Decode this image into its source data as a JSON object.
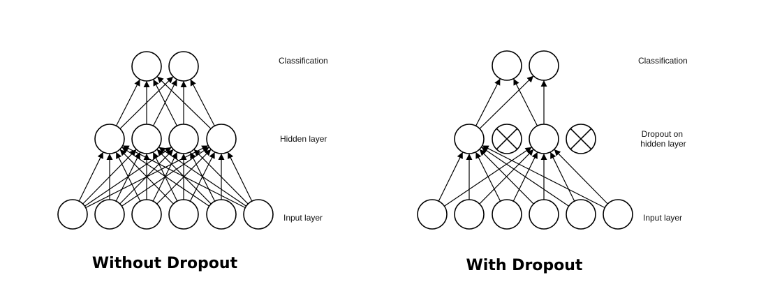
{
  "panels": [
    {
      "key": "left",
      "caption": "Without Dropout",
      "labels": {
        "output": [
          "Classification"
        ],
        "hidden": [
          "Hidden layer"
        ],
        "input": [
          "Input layer"
        ]
      },
      "layers": {
        "output": 2,
        "hidden": 4,
        "input": 6
      },
      "dropped_hidden": [],
      "input_to_hidden": [
        [
          0,
          0
        ],
        [
          0,
          1
        ],
        [
          0,
          2
        ],
        [
          0,
          3
        ],
        [
          1,
          0
        ],
        [
          1,
          1
        ],
        [
          1,
          2
        ],
        [
          1,
          3
        ],
        [
          2,
          0
        ],
        [
          2,
          1
        ],
        [
          2,
          2
        ],
        [
          2,
          3
        ],
        [
          3,
          0
        ],
        [
          3,
          1
        ],
        [
          3,
          2
        ],
        [
          3,
          3
        ],
        [
          4,
          0
        ],
        [
          4,
          1
        ],
        [
          4,
          2
        ],
        [
          4,
          3
        ],
        [
          5,
          0
        ],
        [
          5,
          1
        ],
        [
          5,
          2
        ],
        [
          5,
          3
        ]
      ],
      "hidden_to_output": [
        [
          0,
          0
        ],
        [
          0,
          1
        ],
        [
          1,
          0
        ],
        [
          1,
          1
        ],
        [
          2,
          0
        ],
        [
          2,
          1
        ],
        [
          3,
          0
        ],
        [
          3,
          1
        ]
      ]
    },
    {
      "key": "right",
      "caption": "With Dropout",
      "labels": {
        "output": [
          "Classification"
        ],
        "hidden": [
          "Dropout on",
          "hidden layer"
        ],
        "input": [
          "Input layer"
        ]
      },
      "layers": {
        "output": 2,
        "hidden": 4,
        "input": 6
      },
      "dropped_hidden": [
        1,
        3
      ],
      "input_to_hidden": [
        [
          0,
          0
        ],
        [
          0,
          2
        ],
        [
          1,
          0
        ],
        [
          1,
          2
        ],
        [
          2,
          0
        ],
        [
          2,
          2
        ],
        [
          3,
          0
        ],
        [
          3,
          2
        ],
        [
          4,
          0
        ],
        [
          4,
          2
        ],
        [
          5,
          0
        ],
        [
          5,
          2
        ]
      ],
      "hidden_to_output": [
        [
          0,
          0
        ],
        [
          0,
          1
        ],
        [
          2,
          0
        ],
        [
          2,
          1
        ]
      ]
    }
  ]
}
